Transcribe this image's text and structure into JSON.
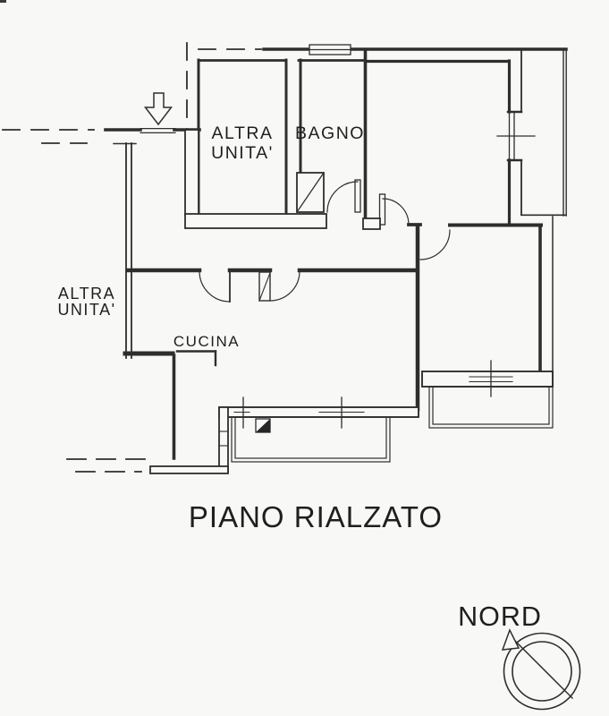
{
  "floor_plan": {
    "title": "PIANO RIALZATO",
    "compass": {
      "label": "NORD"
    },
    "rooms": {
      "altra_unita_top": {
        "line1": "ALTRA",
        "line2": "UNITA'"
      },
      "altra_unita_left": {
        "line1": "ALTRA",
        "line2": "UNITA'"
      },
      "bagno": {
        "label": "BAGNO"
      },
      "cucina": {
        "label": "CUCINA"
      }
    },
    "colors": {
      "ink": "#2e2e2e",
      "paper": "#f8f8f6",
      "pillar_fill": "#262626"
    }
  }
}
